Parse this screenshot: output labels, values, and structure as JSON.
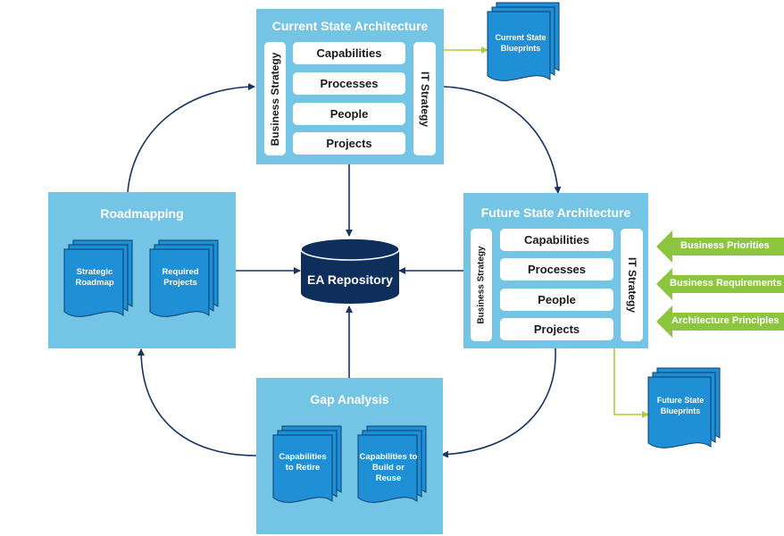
{
  "current_state": {
    "title": "Current State Architecture",
    "left_bar": "Business Strategy",
    "right_bar": "IT Strategy",
    "items": [
      "Capabilities",
      "Processes",
      "People",
      "Projects"
    ],
    "blueprint": "Current State Blueprints"
  },
  "future_state": {
    "title": "Future State Architecture",
    "left_bar": "Business Strategy",
    "right_bar": "IT Strategy",
    "items": [
      "Capabilities",
      "Processes",
      "People",
      "Projects"
    ],
    "blueprint": "Future State Blueprints"
  },
  "roadmapping": {
    "title": "Roadmapping",
    "docs": [
      "Strategic Roadmap",
      "Required Projects"
    ]
  },
  "gap_analysis": {
    "title": "Gap Analysis",
    "docs": [
      "Capabilities to Retire",
      "Capabilities to Build or Reuse"
    ]
  },
  "repository": {
    "label": "EA Repository"
  },
  "inputs": [
    "Business Priorities",
    "Business Requirements",
    "Architecture Principles"
  ],
  "colors": {
    "panel": "#74c4e6",
    "document": "#1f8fd6",
    "repository": "#0e2e5c",
    "arrow": "#163466",
    "input_arrow": "#8cc63f"
  }
}
